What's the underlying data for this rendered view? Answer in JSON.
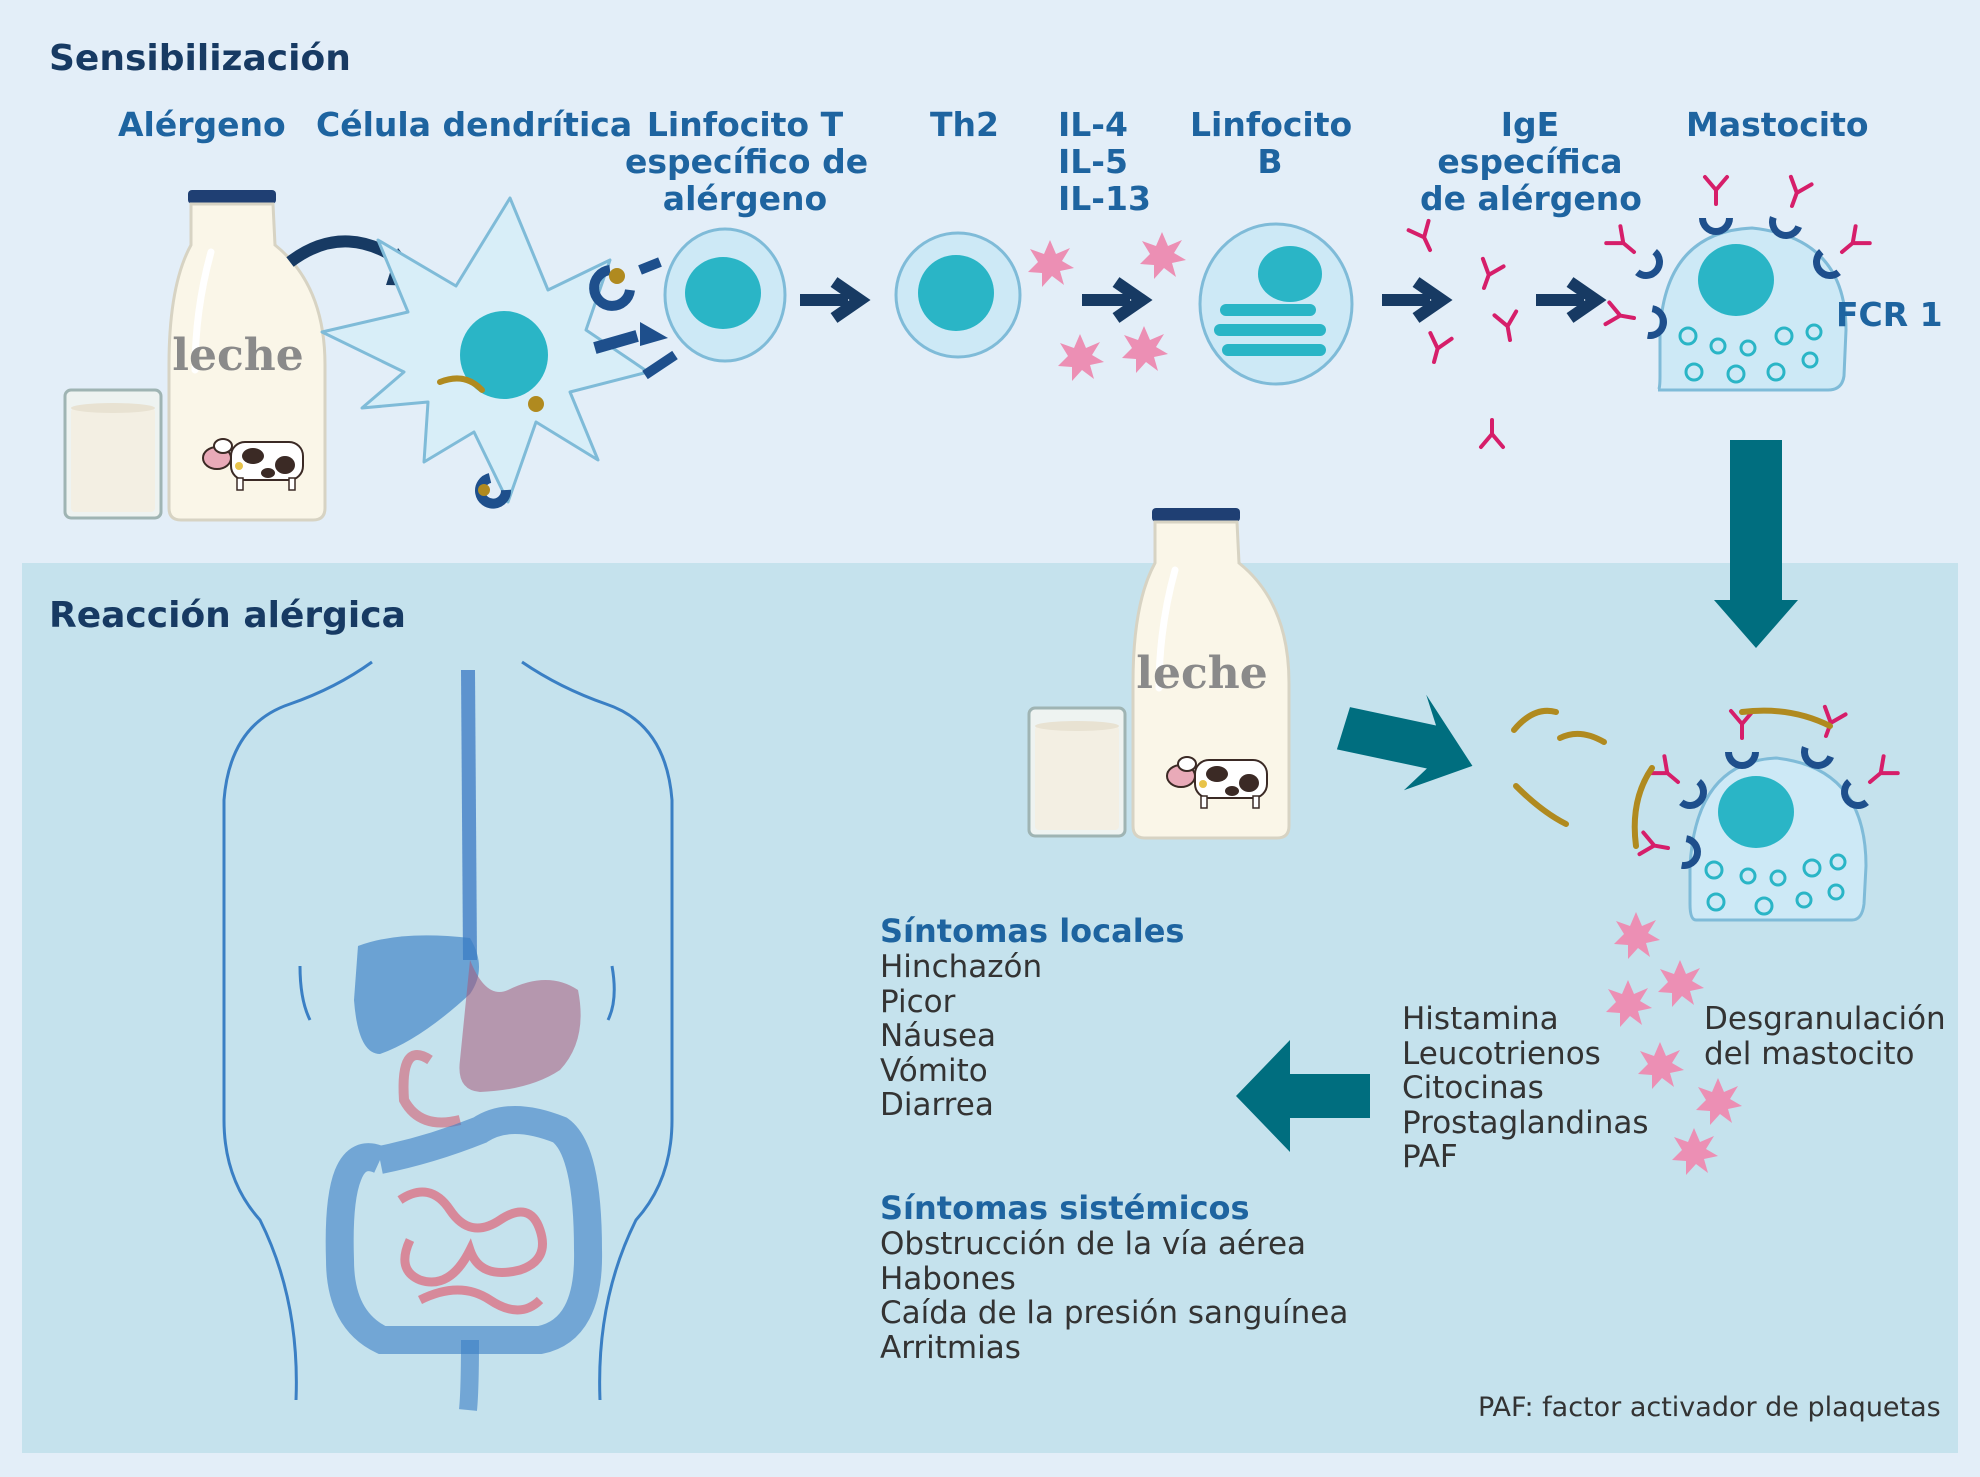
{
  "sections": {
    "sensitization": "Sensibilización",
    "reaction": "Reacción alérgica"
  },
  "labels": {
    "allergen": "Alérgeno",
    "dendritic": "Célula dendrítica",
    "tcell": [
      "Linfocito T",
      "específico de",
      "alérgeno"
    ],
    "th2": "Th2",
    "interleukins": [
      "IL-4",
      "IL-5",
      "IL-13"
    ],
    "bcell": [
      "Linfocito",
      "B"
    ],
    "ige": [
      "IgE",
      "específica",
      "de alérgeno"
    ],
    "mastocyte": "Mastocito",
    "fcr": "FCR 1"
  },
  "milk_label": "leche",
  "mediators": [
    "Histamina",
    "Leucotrienos",
    "Citocinas",
    "Prostaglandinas",
    "PAF"
  ],
  "degranulation": [
    "Desgranulación",
    "del mastocito"
  ],
  "local_symptoms": {
    "title": "Síntomas locales",
    "items": [
      "Hinchazón",
      "Picor",
      "Náusea",
      "Vómito",
      "Diarrea"
    ]
  },
  "systemic_symptoms": {
    "title": "Síntomas sistémicos",
    "items": [
      "Obstrucción de la vía aérea",
      "Habones",
      "Caída de la presión sanguínea",
      "Arritmias"
    ]
  },
  "footnote": "PAF: factor activador de plaquetas",
  "colors": {
    "navy": "#173a63",
    "label_blue": "#1e64a0",
    "teal": "#2ab5c6",
    "cell_fill": "#cde9f6",
    "ige_pink": "#d61e6a",
    "cytokine_pink": "#ec8fb4",
    "arrow_teal": "#006e7f",
    "allergen_gold": "#b08a1f",
    "reaction_bg": "#c5e2ed"
  }
}
